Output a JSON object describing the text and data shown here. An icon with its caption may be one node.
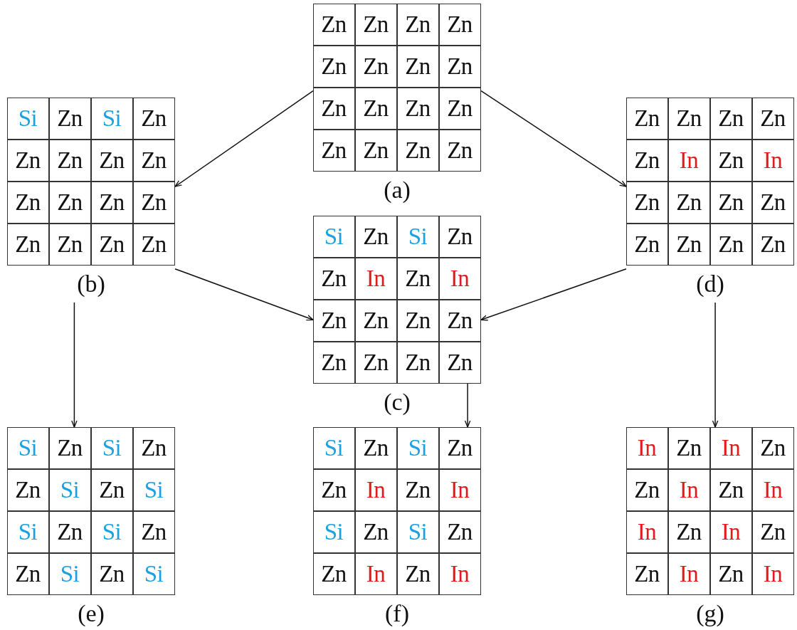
{
  "diagram": {
    "nodes": [
      {
        "text": [],
        "shape": "box",
        "beside": [
          "(a)"
        ]
      },
      {
        "text": [
          "Zn"
        ],
        "in": 0
      },
      {
        "text": [
          "Zn"
        ],
        "in": 0
      },
      {
        "text": [
          "Zn"
        ],
        "in": 0
      },
      {
        "text": [
          "Zn"
        ],
        "in": 0
      },
      {
        "text": [
          "Zn"
        ],
        "in": 0
      },
      {
        "text": [
          "Zn"
        ],
        "in": 0
      },
      {
        "text": [
          "Zn"
        ],
        "in": 0
      },
      {
        "text": [
          "Zn"
        ],
        "in": 0
      },
      {
        "text": [
          "Zn"
        ],
        "in": 0
      },
      {
        "text": [
          "Zn"
        ],
        "in": 0
      },
      {
        "text": [
          "Zn"
        ],
        "in": 0
      },
      {
        "text": [
          "Zn"
        ],
        "in": 0
      },
      {
        "text": [
          "Zn"
        ],
        "in": 0
      },
      {
        "text": [
          "Zn"
        ],
        "in": 0
      },
      {
        "text": [
          "Zn"
        ],
        "in": 0
      },
      {
        "text": [
          "Zn"
        ],
        "in": 0
      },
      {
        "text": [],
        "shape": "box",
        "beside": [
          "(b)"
        ]
      },
      {
        "text": [
          "Si"
        ],
        "in": 17
      },
      {
        "text": [
          "Zn"
        ],
        "in": 17
      },
      {
        "text": [
          "Si"
        ],
        "in": 17
      },
      {
        "text": [
          "Zn"
        ],
        "in": 17
      },
      {
        "text": [
          "Zn"
        ],
        "in": 17
      },
      {
        "text": [
          "Zn"
        ],
        "in": 17
      },
      {
        "text": [
          "Zn"
        ],
        "in": 17
      },
      {
        "text": [
          "Zn"
        ],
        "in": 17
      },
      {
        "text": [
          "Zn"
        ],
        "in": 17
      },
      {
        "text": [
          "Zn"
        ],
        "in": 17
      },
      {
        "text": [
          "Zn"
        ],
        "in": 17
      },
      {
        "text": [
          "Zn"
        ],
        "in": 17
      },
      {
        "text": [
          "Zn"
        ],
        "in": 17
      },
      {
        "text": [
          "Zn"
        ],
        "in": 17
      },
      {
        "text": [
          "Zn"
        ],
        "in": 17
      },
      {
        "text": [
          "Zn"
        ],
        "in": 17
      },
      {
        "text": [],
        "shape": "box",
        "beside": [
          "(c)"
        ]
      },
      {
        "text": [
          "Si"
        ],
        "in": 34
      },
      {
        "text": [
          "Zn"
        ],
        "in": 34
      },
      {
        "text": [
          "Si"
        ],
        "in": 34
      },
      {
        "text": [
          "Zn"
        ],
        "in": 34
      },
      {
        "text": [
          "Zn"
        ],
        "in": 34
      },
      {
        "text": [
          "In"
        ],
        "in": 34
      },
      {
        "text": [
          "Zn"
        ],
        "in": 34
      },
      {
        "text": [
          "In"
        ],
        "in": 34
      },
      {
        "text": [
          "Zn"
        ],
        "in": 34
      },
      {
        "text": [
          "Zn"
        ],
        "in": 34
      },
      {
        "text": [
          "Zn"
        ],
        "in": 34
      },
      {
        "text": [
          "Zn"
        ],
        "in": 34
      },
      {
        "text": [
          "Zn"
        ],
        "in": 34
      },
      {
        "text": [
          "Zn"
        ],
        "in": 34
      },
      {
        "text": [
          "Zn"
        ],
        "in": 34
      },
      {
        "text": [
          "Zn"
        ],
        "in": 34
      },
      {
        "text": [],
        "shape": "box",
        "beside": [
          "(d)"
        ]
      },
      {
        "text": [
          "Zn"
        ],
        "in": 51
      },
      {
        "text": [
          "Zn"
        ],
        "in": 51
      },
      {
        "text": [
          "Zn"
        ],
        "in": 51
      },
      {
        "text": [
          "Zn"
        ],
        "in": 51
      },
      {
        "text": [
          "Zn"
        ],
        "in": 51
      },
      {
        "text": [
          "In"
        ],
        "in": 51
      },
      {
        "text": [
          "Zn"
        ],
        "in": 51
      },
      {
        "text": [
          "In"
        ],
        "in": 51
      },
      {
        "text": [
          "Zn"
        ],
        "in": 51
      },
      {
        "text": [
          "Zn"
        ],
        "in": 51
      },
      {
        "text": [
          "Zn"
        ],
        "in": 51
      },
      {
        "text": [
          "Zn"
        ],
        "in": 51
      },
      {
        "text": [
          "Zn"
        ],
        "in": 51
      },
      {
        "text": [
          "Zn"
        ],
        "in": 51
      },
      {
        "text": [
          "Zn"
        ],
        "in": 51
      },
      {
        "text": [
          "Zn"
        ],
        "in": 51
      },
      {
        "text": [],
        "shape": "box",
        "beside": [
          "(e)"
        ]
      },
      {
        "text": [
          "Si"
        ],
        "in": 68
      },
      {
        "text": [
          "Zn"
        ],
        "in": 68
      },
      {
        "text": [
          "Si"
        ],
        "in": 68
      },
      {
        "text": [
          "Zn"
        ],
        "in": 68
      },
      {
        "text": [
          "Zn"
        ],
        "in": 68
      },
      {
        "text": [
          "Si"
        ],
        "in": 68
      },
      {
        "text": [
          "Zn"
        ],
        "in": 68
      },
      {
        "text": [
          "Si"
        ],
        "in": 68
      },
      {
        "text": [
          "Si"
        ],
        "in": 68
      },
      {
        "text": [
          "Zn"
        ],
        "in": 68
      },
      {
        "text": [
          "Si"
        ],
        "in": 68
      },
      {
        "text": [
          "Zn"
        ],
        "in": 68
      },
      {
        "text": [
          "Zn"
        ],
        "in": 68
      },
      {
        "text": [
          "Si"
        ],
        "in": 68
      },
      {
        "text": [
          "Zn"
        ],
        "in": 68
      },
      {
        "text": [
          "Si"
        ],
        "in": 68
      },
      {
        "text": [],
        "shape": "box",
        "beside": [
          "(f)"
        ]
      },
      {
        "text": [
          "Si"
        ],
        "in": 85
      },
      {
        "text": [
          "Zn"
        ],
        "in": 85
      },
      {
        "text": [
          "Si"
        ],
        "in": 85
      },
      {
        "text": [
          "Zn"
        ],
        "in": 85
      },
      {
        "text": [
          "Zn"
        ],
        "in": 85
      },
      {
        "text": [
          "In"
        ],
        "in": 85
      },
      {
        "text": [
          "Zn"
        ],
        "in": 85
      },
      {
        "text": [
          "In"
        ],
        "in": 85
      },
      {
        "text": [
          "Si"
        ],
        "in": 85
      },
      {
        "text": [
          "Zn"
        ],
        "in": 85
      },
      {
        "text": [
          "Si"
        ],
        "in": 85
      },
      {
        "text": [
          "Zn"
        ],
        "in": 85
      },
      {
        "text": [
          "Zn"
        ],
        "in": 85
      },
      {
        "text": [
          "In"
        ],
        "in": 85
      },
      {
        "text": [
          "Zn"
        ],
        "in": 85
      },
      {
        "text": [
          "In"
        ],
        "in": 85
      },
      {
        "text": [],
        "shape": "box",
        "beside": [
          "(g)"
        ]
      },
      {
        "text": [
          "In"
        ],
        "in": 102
      },
      {
        "text": [
          "Zn"
        ],
        "in": 102
      },
      {
        "text": [
          "In"
        ],
        "in": 102
      },
      {
        "text": [
          "Zn"
        ],
        "in": 102
      },
      {
        "text": [
          "Zn"
        ],
        "in": 102
      },
      {
        "text": [
          "In"
        ],
        "in": 102
      },
      {
        "text": [
          "Zn"
        ],
        "in": 102
      },
      {
        "text": [
          "In"
        ],
        "in": 102
      },
      {
        "text": [
          "In"
        ],
        "in": 102
      },
      {
        "text": [
          "Zn"
        ],
        "in": 102
      },
      {
        "text": [
          "In"
        ],
        "in": 102
      },
      {
        "text": [
          "Zn"
        ],
        "in": 102
      },
      {
        "text": [
          "Zn"
        ],
        "in": 102
      },
      {
        "text": [
          "In"
        ],
        "in": 102
      },
      {
        "text": [
          "Zn"
        ],
        "in": 102
      },
      {
        "text": [
          "In"
        ],
        "in": 102
      }
    ],
    "edges": [
      {
        "from": 0,
        "to": 17,
        "arrow": "to"
      },
      {
        "from": 0,
        "to": 51,
        "arrow": "to"
      },
      {
        "from": 17,
        "to": 34,
        "arrow": "to"
      },
      {
        "from": 51,
        "to": 34,
        "arrow": "to"
      },
      {
        "from": 17,
        "to": 68,
        "arrow": "to"
      },
      {
        "from": 34,
        "to": 85,
        "arrow": "to"
      },
      {
        "from": 51,
        "to": 102,
        "arrow": "to"
      }
    ]
  }
}
